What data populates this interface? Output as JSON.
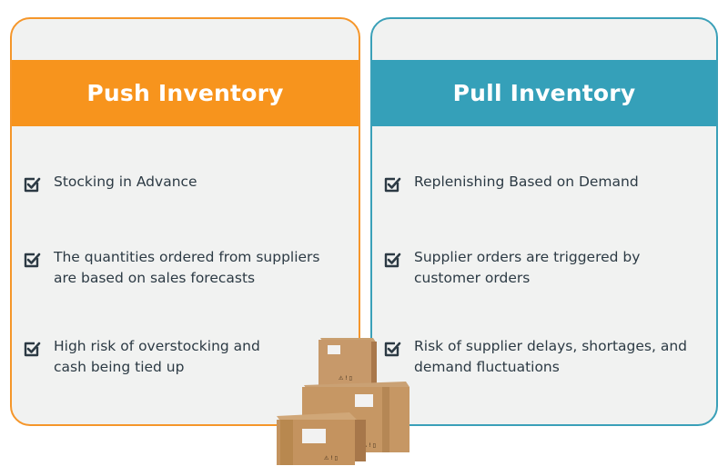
{
  "push": {
    "title": "Push Inventory",
    "items": [
      "Stocking in Advance",
      "The quantities ordered from suppliers are based on sales forecasts",
      "High risk of overstocking and cash being tied up"
    ]
  },
  "pull": {
    "title": "Pull Inventory",
    "items": [
      "Replenishing Based on Demand",
      "Supplier orders are triggered by customer orders",
      "Risk of supplier delays, shortages, and demand fluctuations"
    ]
  },
  "colors": {
    "push_accent": "#f7941d",
    "pull_accent": "#35a0b9",
    "card_bg": "#f1f2f1",
    "text": "#2c3a44"
  },
  "icons": {
    "check": "checkbox-check-icon",
    "illustration": "cardboard-boxes"
  }
}
